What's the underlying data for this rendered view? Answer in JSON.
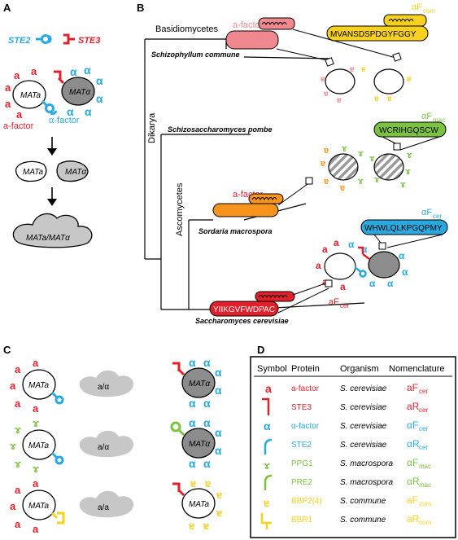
{
  "panels": {
    "A": "A",
    "B": "B",
    "C": "C",
    "D": "D"
  },
  "colors": {
    "red": "#e2202b",
    "blue": "#29a9e0",
    "green": "#7cc242",
    "yellow": "#f7d11e",
    "orange": "#f7941d",
    "pink": "#f08890",
    "gray": "#c7c7c7",
    "darkgray": "#8c8c8c"
  },
  "panelA": {
    "ste2_label": "STE2",
    "ste3_label": "STE3",
    "mata_label": "MATa",
    "matalpha_label": "MATα",
    "afactor_label": "a-factor",
    "alphafactor_label": "α-factor",
    "diploid_label": "MATa/MATα",
    "afactor_glyph": "a",
    "alpha_glyph": "α"
  },
  "panelB": {
    "basidiomycetes": "Basidiomycetes",
    "ascomycetes": "Ascomycetes",
    "dikarya": "Dikarya",
    "species": {
      "schizophyllum": "Schizophyllum commune",
      "schizosaccharomyces": "Schizosaccharomyces pombe",
      "sordaria": "Sordaria macrospora",
      "saccharomyces": "Saccharomyces cerevisiae"
    },
    "afactor_com_label": "a-factor",
    "afactor_sordaria_label": "a-factor",
    "sequences": {
      "com": "MVANSDSPDGYFGGY",
      "mac": "WCRIHGQSCW",
      "cer_alpha": "WHWLQLKPGQPMY",
      "cer_a": "YIIKGVFWDPAC"
    },
    "labels": {
      "aF_com_main": "aF",
      "aF_com_sub": "com",
      "alphaF_mac_main": "αF",
      "alphaF_mac_sub": "mac",
      "alphaF_cer_main": "αF",
      "alphaF_cer_sub": "cer",
      "aF_cer_main": "aF",
      "aF_cer_sub": "cer"
    }
  },
  "panelC": {
    "rows": [
      {
        "left": "MATa",
        "middle": "a/α",
        "right": "MATα"
      },
      {
        "left": "MATa",
        "middle": "a/α",
        "right": "MATα"
      },
      {
        "left": "MATa",
        "middle": "a/a",
        "right": "MATa"
      }
    ]
  },
  "panelD": {
    "headers": {
      "symbol": "Symbol",
      "protein": "Protein",
      "organism": "Organism",
      "nomenclature": "Nomenclature"
    },
    "rows": [
      {
        "protein": "a-factor",
        "organism": "S. cerevisiae",
        "nom_main": "aF",
        "nom_sub": "cer",
        "color": "#e2202b"
      },
      {
        "protein": "STE3",
        "organism": "S. cerevisiae",
        "nom_main": "aR",
        "nom_sub": "cer",
        "color": "#e2202b"
      },
      {
        "protein": "α-factor",
        "organism": "S. cerevisiae",
        "nom_main": "αF",
        "nom_sub": "cer",
        "color": "#29a9e0"
      },
      {
        "protein": "STE2",
        "organism": "S. cerevisiae",
        "nom_main": "αR",
        "nom_sub": "cer",
        "color": "#29a9e0"
      },
      {
        "protein": "PPG1",
        "organism": "S. macrospora",
        "nom_main": "αF",
        "nom_sub": "mac",
        "color": "#7cc242"
      },
      {
        "protein": "PRE2",
        "organism": "S. macrospora",
        "nom_main": "αR",
        "nom_sub": "mac",
        "color": "#7cc242"
      },
      {
        "protein": "BBP2(4)",
        "organism": "S. commune",
        "nom_main": "aF",
        "nom_sub": "com",
        "color": "#f7d11e"
      },
      {
        "protein": "BBR1",
        "organism": "S. commune",
        "nom_main": "aR",
        "nom_sub": "com",
        "color": "#f7d11e"
      }
    ]
  }
}
